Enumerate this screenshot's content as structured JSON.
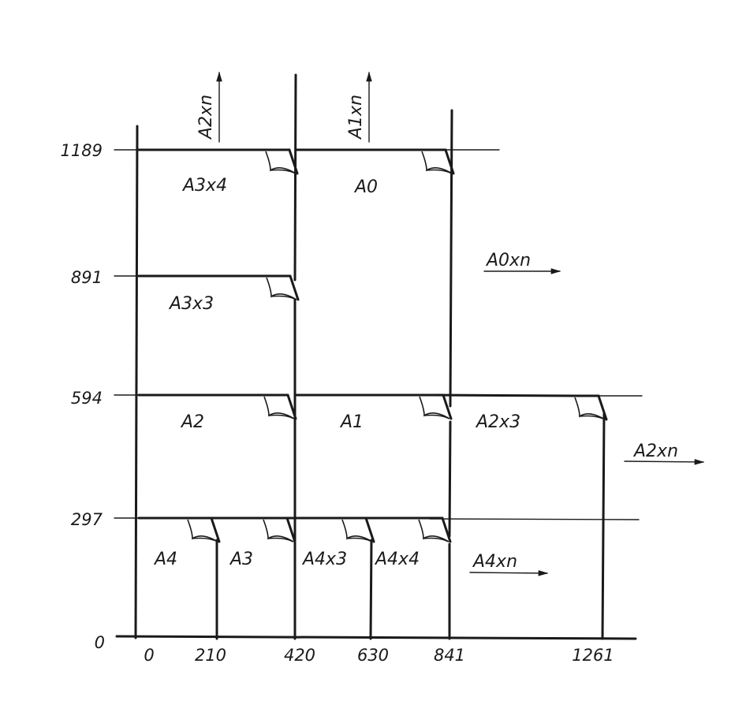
{
  "axes": {
    "y_ticks": [
      "1189",
      "891",
      "594",
      "297",
      "0"
    ],
    "x_ticks": [
      "0",
      "210",
      "420",
      "630",
      "841",
      "1261"
    ]
  },
  "sheets": {
    "a3x4": "A3x4",
    "a0": "A0",
    "a3x3": "A3x3",
    "a2": "A2",
    "a1": "A1",
    "a2x3": "A2x3",
    "a4": "A4",
    "a3": "A3",
    "a4x3": "A4x3",
    "a4x4": "A4x4"
  },
  "extensions": {
    "a2xn_top": "A2xn",
    "a1xn_top": "A1xn",
    "a0xn": "A0xn",
    "a2xn_right": "A2xn",
    "a4xn": "A4xn"
  }
}
